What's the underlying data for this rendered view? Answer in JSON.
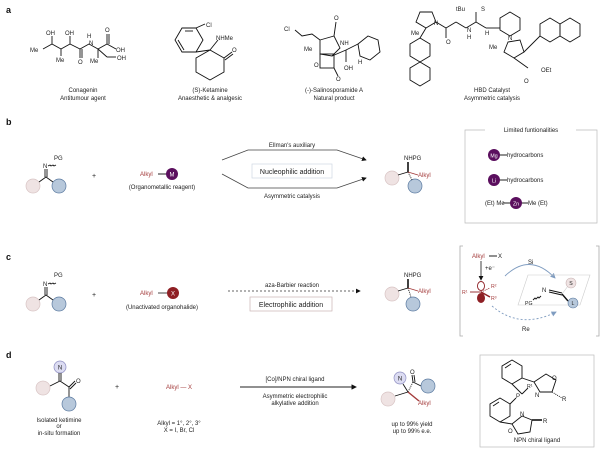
{
  "panels": {
    "a": {
      "label": "a",
      "compounds": [
        {
          "name": "Conagenin",
          "role": "Antitumour agent",
          "atoms": [
            "OH",
            "OH",
            "Me",
            "Me",
            "O",
            "H",
            "N",
            "O",
            "OH",
            "Me",
            "OH"
          ]
        },
        {
          "name": "(S)-Ketamine",
          "role": "Anaesthetic & analgesic",
          "atoms": [
            "Cl",
            "NHMe",
            "O"
          ]
        },
        {
          "name": "(-)-Salinosporamide A",
          "role": "Natural product",
          "atoms": [
            "Cl",
            "O",
            "NH",
            "Me",
            "O",
            "O",
            "OH",
            "H"
          ]
        },
        {
          "name": "HBD Catalyst",
          "role": "Asymmetric catalysis",
          "atoms": [
            "tBu",
            "S",
            "N",
            "Me",
            "O",
            "N",
            "H",
            "H",
            "N",
            "Me",
            "OEt",
            "O"
          ]
        }
      ]
    },
    "b": {
      "label": "b",
      "imine": {
        "pg": "PG",
        "n": "N"
      },
      "plus": "+",
      "reagent": {
        "alkyl": "Alkyl",
        "metal": "M",
        "caption": "(Organometallic reagent)"
      },
      "route_top": "Ellman's auxiliary",
      "route_bottom": "Asymmetric catalysis",
      "mode_box": "Nucleophilic addition",
      "product": {
        "nhpg": "NHPG",
        "alkyl": "Alkyl"
      },
      "limits": {
        "title": "Limited funtionalities",
        "items": [
          {
            "metal": "Mg",
            "text": "hydrocarbons"
          },
          {
            "metal": "Li",
            "text": "hydrocarbons"
          },
          {
            "metal": "Zn",
            "left": "(Et) Me",
            "right": "Me (Et)"
          }
        ]
      }
    },
    "c": {
      "label": "c",
      "imine": {
        "pg": "PG",
        "n": "N"
      },
      "plus": "+",
      "reagent": {
        "alkyl": "Alkyl",
        "halide": "X",
        "caption": "(Unactivated organohalide)"
      },
      "route": "aza-Barbier reaction",
      "mode_box": "Electrophilic addition",
      "product": {
        "nhpg": "NHPG",
        "alkyl": "Alkyl"
      },
      "mechanism": {
        "alkyl": "Alkyl",
        "x": "X",
        "electron": "+e⁻",
        "r1": "R¹",
        "r2": "R²",
        "r3": "R³",
        "si": "Si",
        "re": "Re",
        "pg": "PG",
        "n": "N",
        "s": "S",
        "l": "L"
      }
    },
    "d": {
      "label": "d",
      "ketimine": {
        "n": "N",
        "o": "O",
        "caption_line1": "Isolated ketimine",
        "caption_line2": "or",
        "caption_line3": "in-situ formation"
      },
      "plus": "+",
      "reagent": {
        "text": "Alkyl — X",
        "scope_line1": "Alkyl = 1°, 2°, 3°",
        "scope_line2": "X = I, Br, Cl"
      },
      "catalyst": "[Co]/NPN chiral ligand",
      "route_line1": "Asymmetric electrophilic",
      "route_line2": "alkylative addition",
      "product": {
        "n": "N",
        "o": "O",
        "alkyl": "Alkyl",
        "yield": "up to 99% yield",
        "ee": "up to 99% e.e."
      },
      "ligand": {
        "caption": "NPN chiral ligand",
        "p": "P",
        "r1": "R¹",
        "n1": "N",
        "o1": "O",
        "r_a": "R",
        "n2": "N",
        "o2": "O",
        "r_b": "R"
      }
    }
  },
  "colors": {
    "metal_purple": "#5b0f5e",
    "halide_red": "#8e1f24",
    "alkyl_red": "#a33a3a",
    "pink_circle": "#efe3e3",
    "blue_circle": "#b7c8db",
    "blue_stroke": "#5b7aa0",
    "n_circle": "#dcdcf2",
    "arrow_blue": "#7f9cc0"
  }
}
